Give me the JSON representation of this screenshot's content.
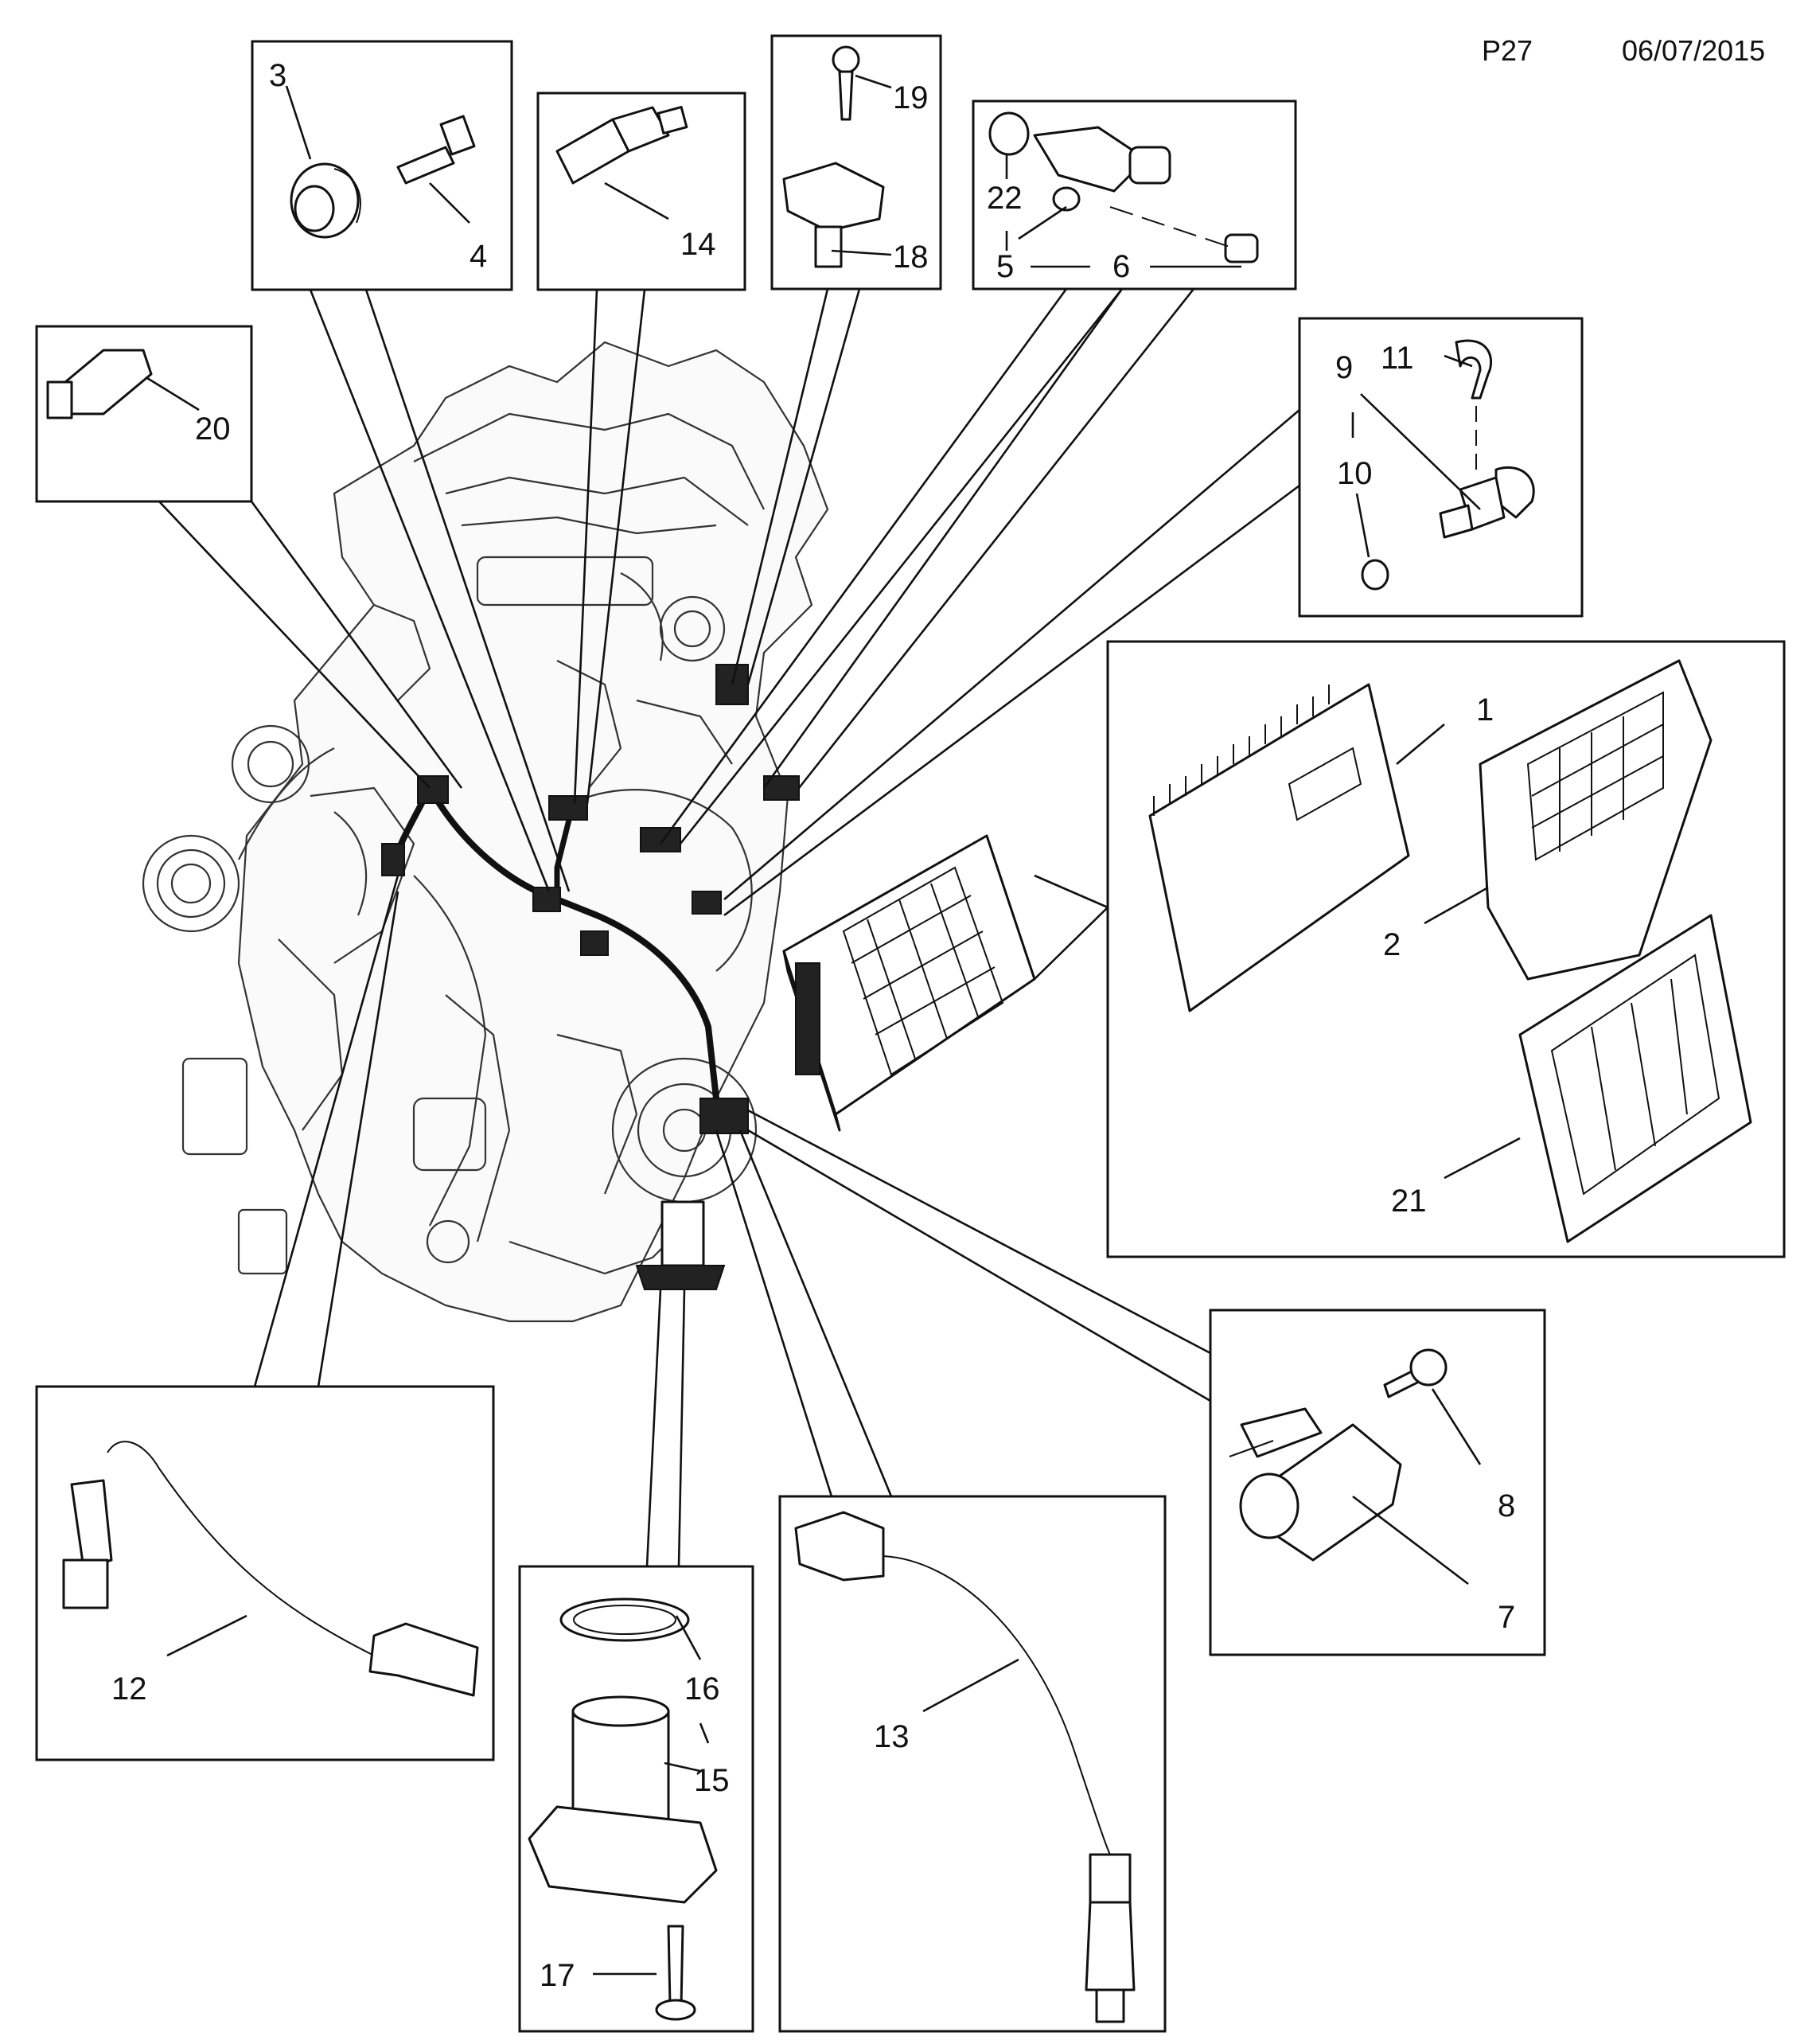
{
  "header": {
    "page_code": "P27",
    "date": "06/07/2015"
  },
  "callouts": {
    "c1": "1",
    "c2": "2",
    "c3": "3",
    "c4": "4",
    "c5": "5",
    "c6": "6",
    "c7": "7",
    "c8": "8",
    "c9": "9",
    "c10": "10",
    "c11": "11",
    "c12": "12",
    "c13": "13",
    "c14": "14",
    "c15": "15",
    "c16": "16",
    "c17": "17",
    "c18": "18",
    "c19": "19",
    "c20": "20",
    "c21": "21",
    "c22": "22"
  },
  "icons": {
    "engine": "engine-assembly-illustration",
    "ecu": "engine-control-module-illustration",
    "sensor": "sensor-illustration"
  }
}
